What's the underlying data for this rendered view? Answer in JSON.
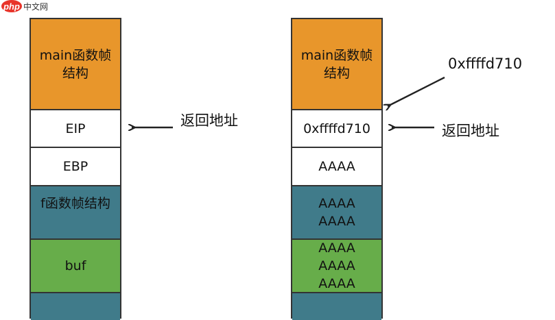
{
  "watermark": {
    "badge": "php",
    "text": "中文网"
  },
  "left_stack": {
    "cells": [
      "main函数帧\n结构",
      "EIP",
      "EBP",
      "f函数帧结构",
      "buf",
      ""
    ]
  },
  "right_stack": {
    "cells": [
      "main函数帧\n结构",
      "0xffffd710",
      "AAAA",
      "AAAA\nAAAA",
      "AAAA\nAAAA\nAAAA",
      ""
    ]
  },
  "labels": {
    "left_return": "返回地址",
    "right_return": "返回地址",
    "right_pointer": "0xffffd710"
  },
  "colors": {
    "frame": "#e8962b",
    "register": "#ffffff",
    "frame_struct": "#407b8a",
    "buffer": "#67ad4a"
  }
}
